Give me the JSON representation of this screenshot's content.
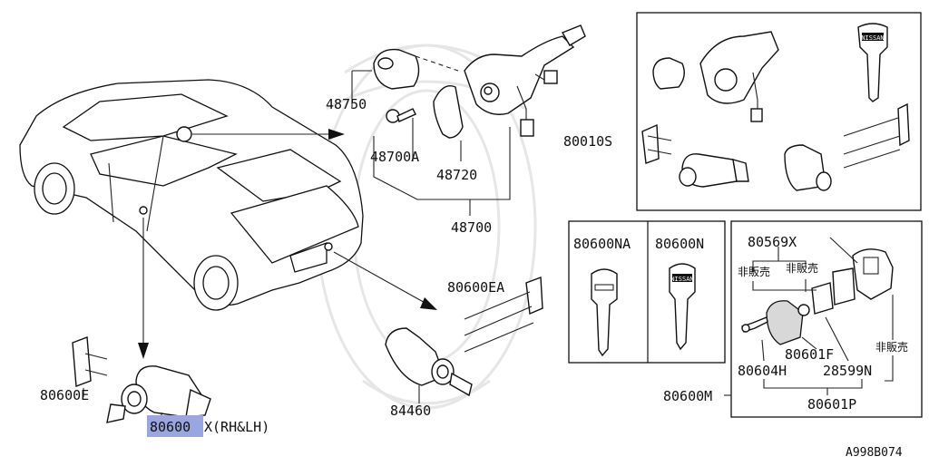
{
  "diagram_code": "A998B074",
  "labels": {
    "p48750": "48750",
    "p48700A": "48700A",
    "p48720": "48720",
    "p48700": "48700",
    "p80010S": "80010S",
    "p80600NA": "80600NA",
    "p80600N": "80600N",
    "p80569X": "80569X",
    "hihanbai_1": "非販売",
    "hihanbai_2": "非販売",
    "hihanbai_3": "非販売",
    "p80601F": "80601F",
    "p80604H": "80604H",
    "p28599N": "28599N",
    "p80601P": "80601P",
    "p80600M": "80600M",
    "p80600EA": "80600EA",
    "p84460": "84460",
    "p80600E": "80600E",
    "p80600X_num": "80600",
    "p80600X_suffix": "X(RH&LH)"
  },
  "key_head_text": "NISSAN",
  "colors": {
    "highlight": "#9aa6e0",
    "line": "#222222"
  }
}
